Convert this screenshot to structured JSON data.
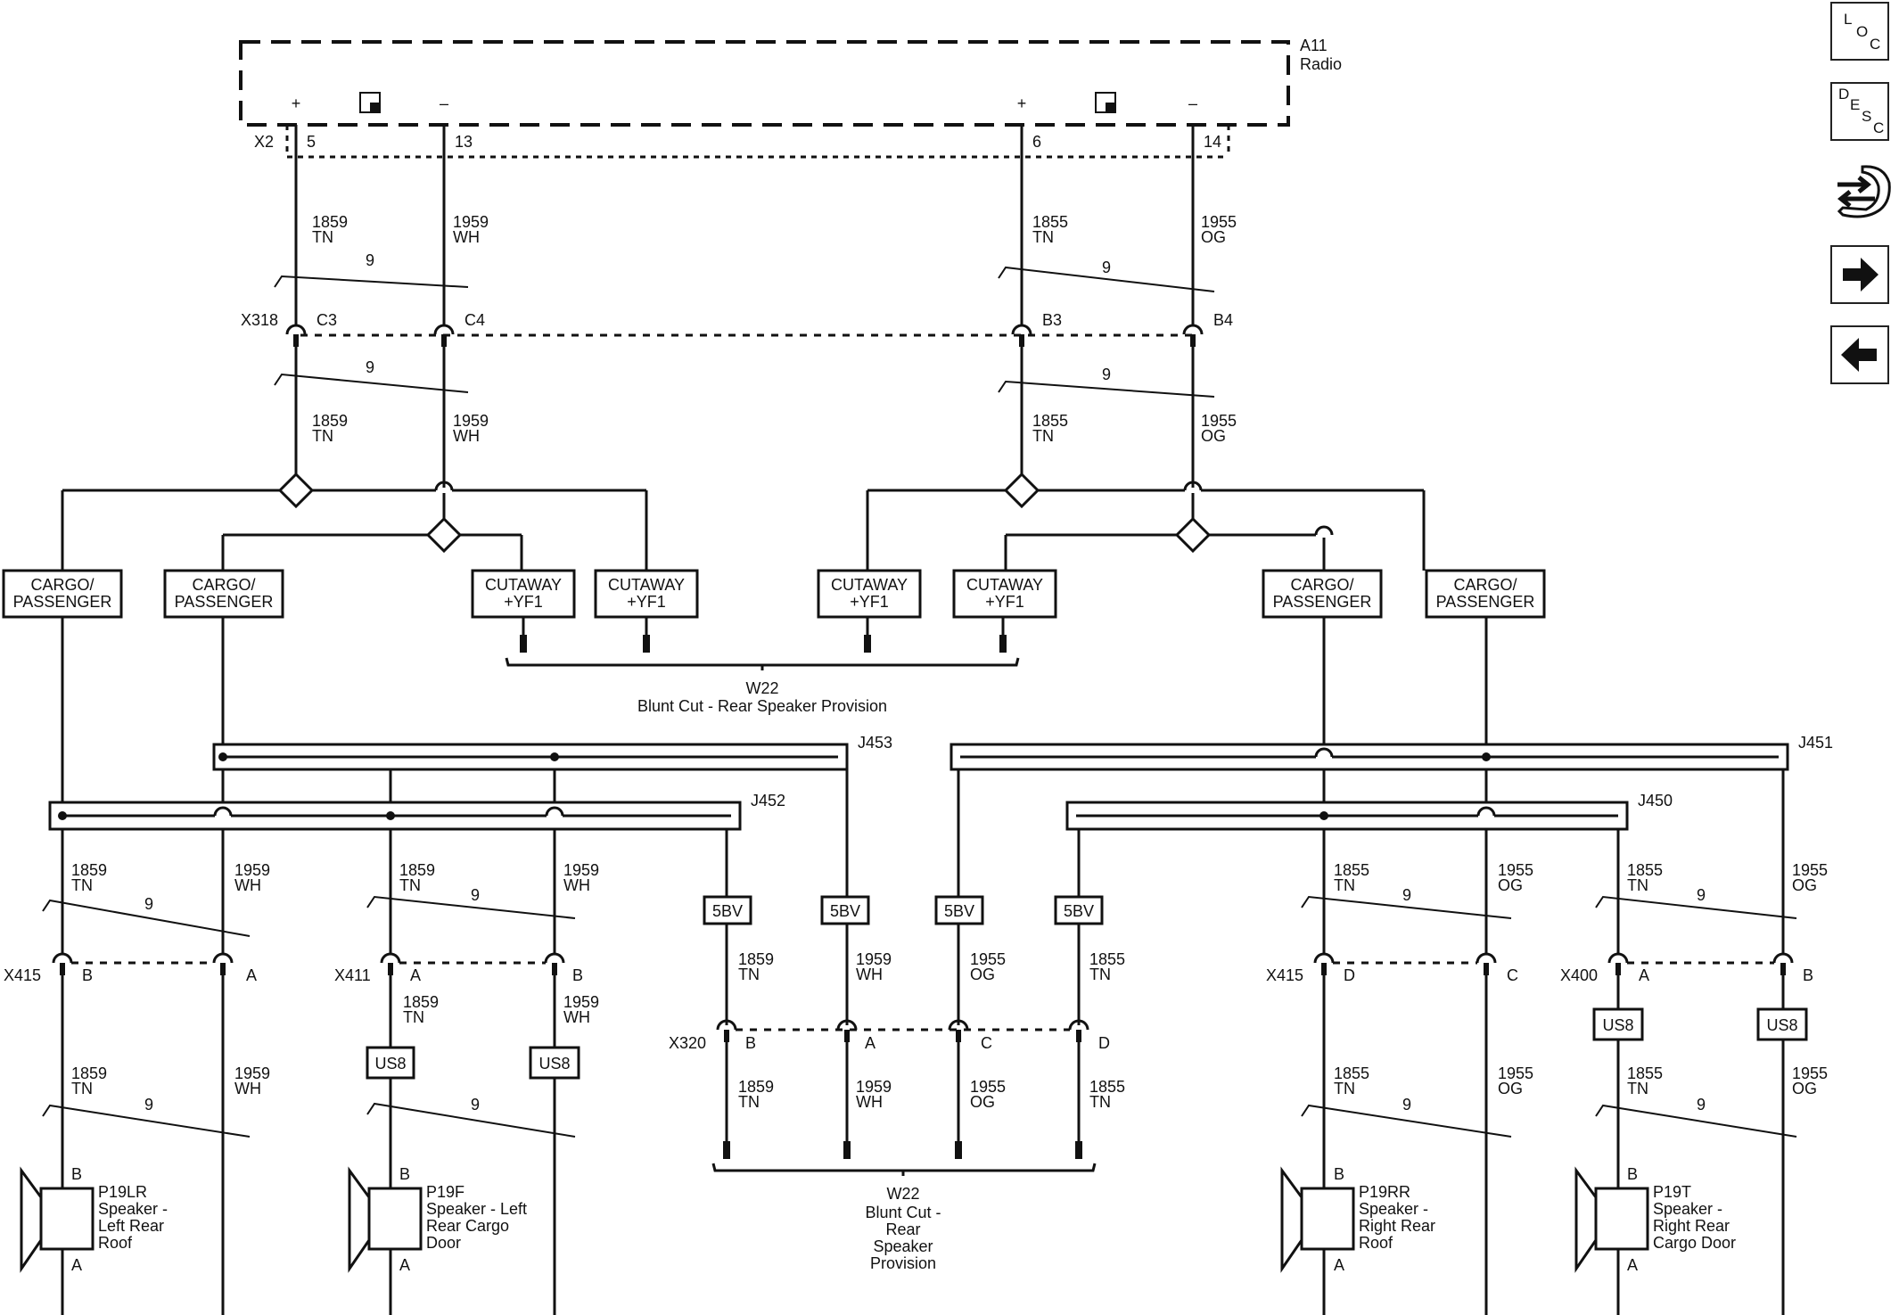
{
  "module": {
    "ref": "A11",
    "name": "Radio",
    "connector": "X2",
    "pins": [
      {
        "pin": "5",
        "sign": "+"
      },
      {
        "pin": "13",
        "sign": "–"
      },
      {
        "pin": "6",
        "sign": "+"
      },
      {
        "pin": "14",
        "sign": "–"
      }
    ]
  },
  "twist": "9",
  "inline": {
    "x318": "X318",
    "x415": "X415",
    "x411": "X411",
    "x400": "X400",
    "x320": "X320",
    "pins_x318": [
      "C3",
      "C4",
      "B3",
      "B4"
    ]
  },
  "circuits": {
    "c1859": {
      "num": "1859",
      "color": "TN"
    },
    "c1959": {
      "num": "1959",
      "color": "WH"
    },
    "c1855": {
      "num": "1855",
      "color": "TN"
    },
    "c1955": {
      "num": "1955",
      "color": "OG"
    }
  },
  "options": {
    "cargo_line1": "CARGO/",
    "cargo_line2": "PASSENGER",
    "cut_line1": "CUTAWAY",
    "cut_line2": "+YF1",
    "b5v": "5BV",
    "us8": "US8"
  },
  "splices": {
    "j453": "J453",
    "j452": "J452",
    "j451": "J451",
    "j450": "J450"
  },
  "blunt_top": {
    "ref": "W22",
    "text": "Blunt Cut - Rear Speaker Provision"
  },
  "blunt_bottom": {
    "ref": "W22",
    "lines": [
      "Blunt Cut -",
      "Rear",
      "Speaker",
      "Provision"
    ]
  },
  "pins": {
    "a": "A",
    "b": "B",
    "c": "C",
    "d": "D"
  },
  "speakers": [
    {
      "ref": "P19LR",
      "lines": [
        "Speaker -",
        "Left Rear",
        "Roof"
      ]
    },
    {
      "ref": "P19F",
      "lines": [
        "Speaker - Left",
        "Rear Cargo",
        "Door"
      ]
    },
    {
      "ref": "P19RR",
      "lines": [
        "Speaker -",
        "Right Rear",
        "Roof"
      ]
    },
    {
      "ref": "P19T",
      "lines": [
        "Speaker -",
        "Right Rear",
        "Cargo Door"
      ]
    }
  ],
  "nav": {
    "loc": [
      "L",
      "O",
      "C"
    ],
    "desc": [
      "D",
      "E",
      "S",
      "C"
    ]
  }
}
